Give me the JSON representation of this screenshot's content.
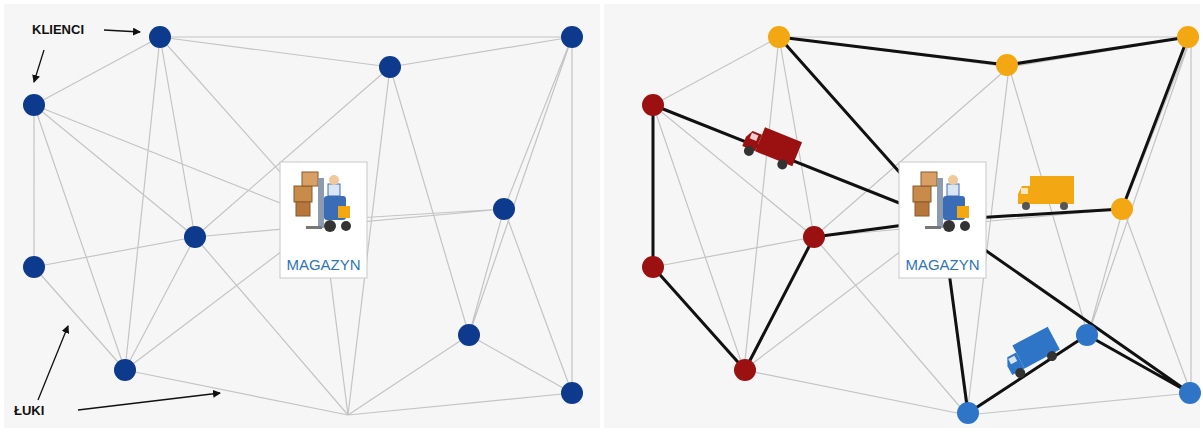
{
  "diagram": {
    "nodes": [
      {
        "text": [
          "MAGAZYN"
        ]
      },
      {
        "text": [
          "MAGAZYN"
        ]
      }
    ],
    "labels": [
      "KLIENCI",
      "ŁUKI"
    ]
  }
}
